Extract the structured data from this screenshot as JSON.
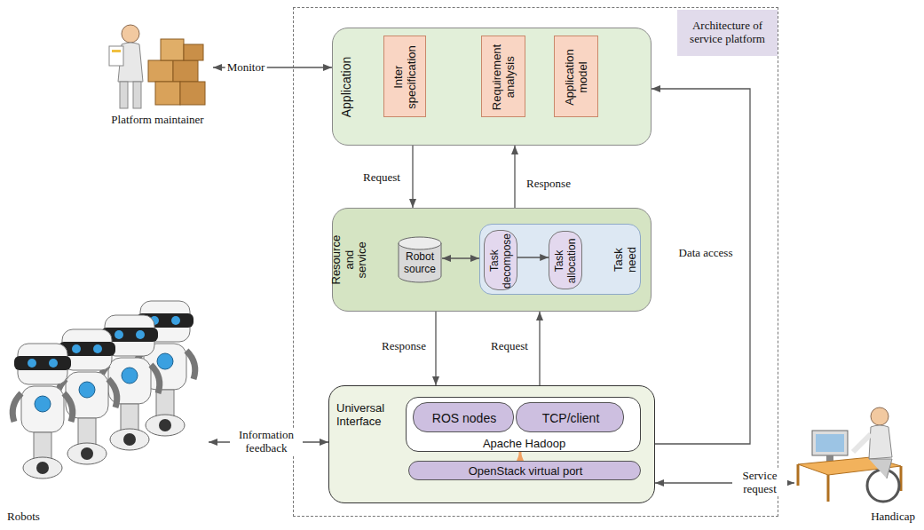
{
  "diagram": {
    "nodes": [
      {
        "text": [
          "Architecture of service platform"
        ]
      },
      {
        "text": [
          "Application"
        ],
        "in": 0
      },
      {
        "text": [
          "Inter specification"
        ],
        "in": 1
      },
      {
        "text": [
          "Requirement analysis"
        ],
        "in": 1
      },
      {
        "text": [
          "Application model"
        ],
        "in": 1
      },
      {
        "text": [
          "Resource and service"
        ],
        "in": 0
      },
      {
        "text": [
          "Robot source"
        ],
        "in": 5
      },
      {
        "text": [
          "Task need"
        ],
        "in": 5
      },
      {
        "text": [
          "Task decompose"
        ],
        "in": 7
      },
      {
        "text": [
          "Task allocation"
        ],
        "in": 7
      },
      {
        "text": [
          "Universal Interface"
        ],
        "in": 0
      },
      {
        "text": [
          "Apache Hadoop"
        ],
        "in": 10
      },
      {
        "text": [
          "ROS nodes"
        ],
        "in": 11
      },
      {
        "text": [
          "TCP/client"
        ],
        "in": 11
      },
      {
        "text": [
          "OpenStack virtual port"
        ],
        "in": 10
      },
      {
        "text": [
          "Platform maintainer"
        ]
      },
      {
        "text": [
          "Robots"
        ]
      },
      {
        "text": [
          "Handicap"
        ]
      }
    ],
    "edges": [
      {
        "from": 15,
        "to": 1,
        "label": "Monitor",
        "arrow": "both"
      },
      {
        "from": 1,
        "to": 5,
        "label": "Request",
        "arrow": "to"
      },
      {
        "from": 5,
        "to": 1,
        "label": "Response",
        "arrow": "to"
      },
      {
        "from": 5,
        "to": 10,
        "label": "Response",
        "arrow": "to"
      },
      {
        "from": 10,
        "to": 5,
        "label": "Request",
        "arrow": "to"
      },
      {
        "from": 10,
        "to": 1,
        "label": "Data access",
        "arrow": "to"
      },
      {
        "from": 16,
        "to": 10,
        "label": "Information feedback",
        "arrow": "both"
      },
      {
        "from": 10,
        "to": 17,
        "label": "Service request",
        "arrow": "both"
      },
      {
        "from": 6,
        "to": 7,
        "arrow": "both"
      },
      {
        "from": 8,
        "to": 9,
        "arrow": "to"
      },
      {
        "from": 14,
        "to": 11,
        "arrow": "to"
      }
    ]
  }
}
